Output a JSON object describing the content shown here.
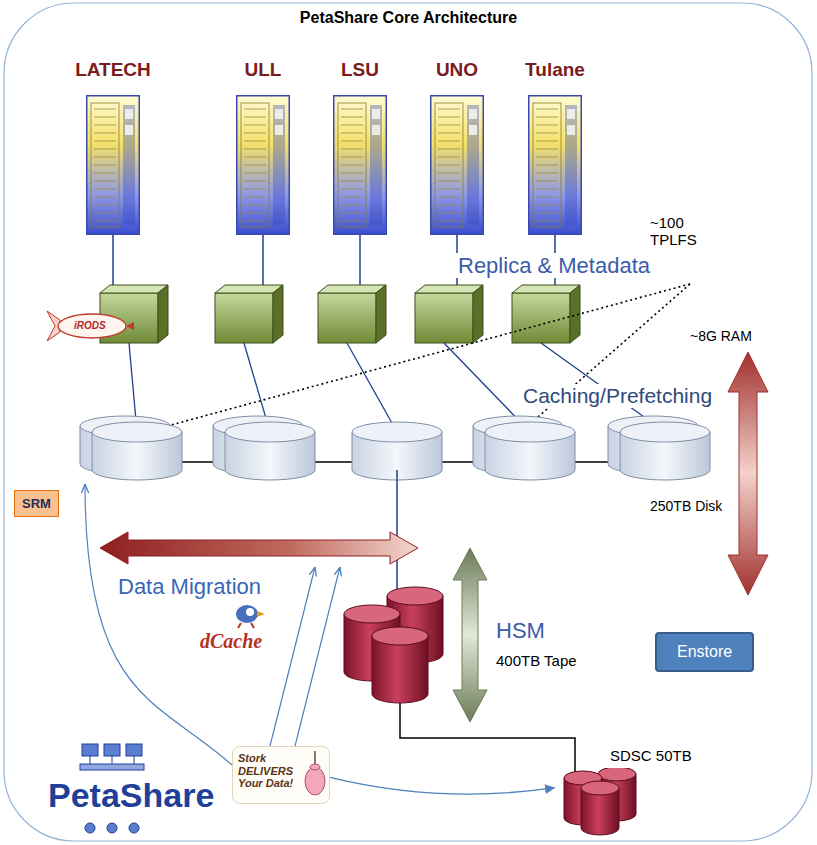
{
  "diagram": {
    "title": "PetaShare Core Architecture",
    "nodes": [
      {
        "text": [
          "LATECH"
        ]
      },
      {
        "text": [
          "ULL"
        ]
      },
      {
        "text": [
          "LSU"
        ]
      },
      {
        "text": [
          "UNO"
        ]
      },
      {
        "text": [
          "Tulane"
        ]
      },
      {
        "text": [
          "SRM"
        ]
      },
      {
        "text": [
          "Enstore"
        ]
      },
      {
        "text": [
          "Stork DELIVERS Your Data!"
        ]
      },
      {
        "text": [
          "SDSC 50TB"
        ]
      }
    ],
    "edges": [
      {
        "from": 7,
        "to": 8,
        "arrow": "to"
      }
    ],
    "labels": [
      "~100 TPLFS",
      "iRODS",
      "Replica & Metadata",
      "~8G RAM",
      "Caching/Prefetching",
      "250TB Disk",
      "Data Migration",
      "dCache",
      "HSM",
      "400TB Tape",
      "PetaShare"
    ]
  }
}
